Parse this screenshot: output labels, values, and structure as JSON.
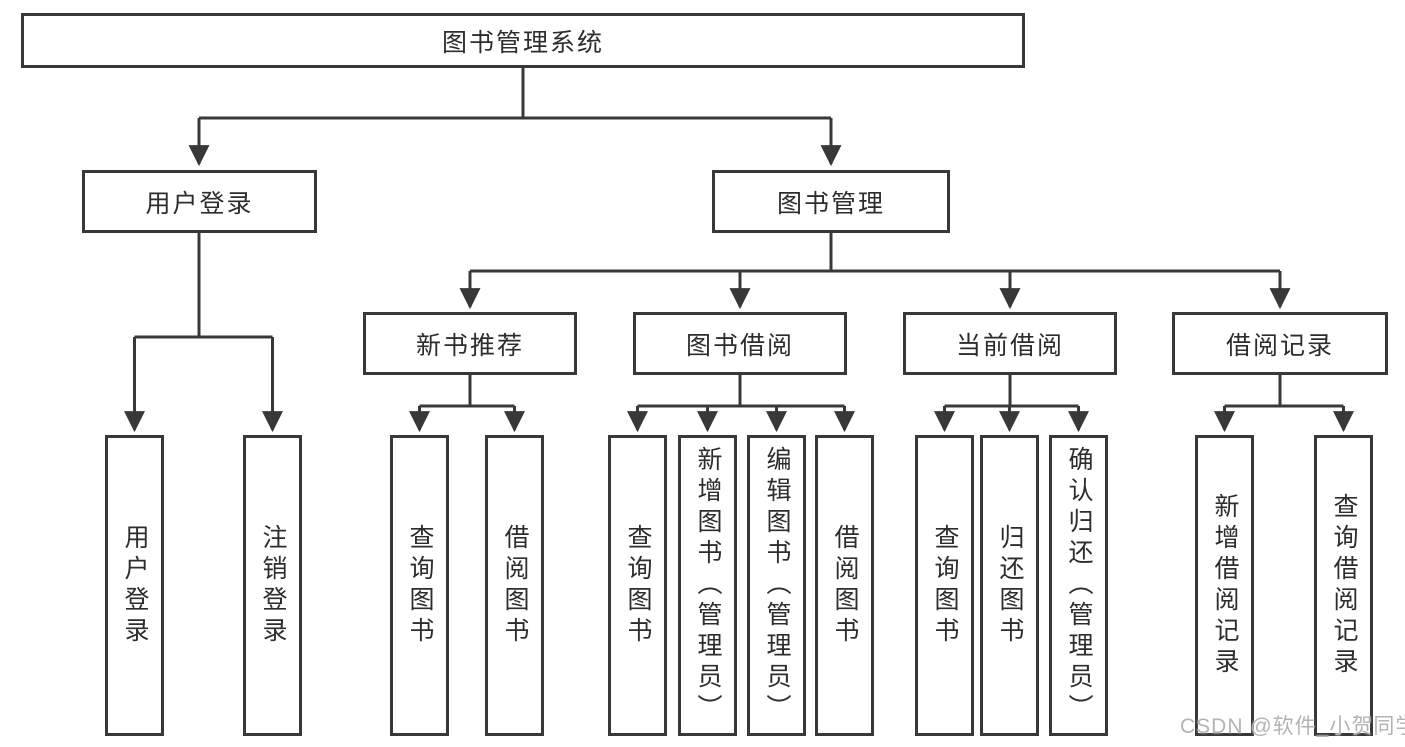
{
  "diagram": {
    "root": {
      "label": "图书管理系统"
    },
    "branches": [
      {
        "label": "用户登录",
        "children": [
          {
            "label": "用户登录"
          },
          {
            "label": "注销登录"
          }
        ]
      },
      {
        "label": "图书管理",
        "sections": [
          {
            "label": "新书推荐",
            "children": [
              {
                "label": "查询图书"
              },
              {
                "label": "借阅图书"
              }
            ]
          },
          {
            "label": "图书借阅",
            "children": [
              {
                "label": "查询图书"
              },
              {
                "label": "新增图书（管理员）"
              },
              {
                "label": "编辑图书（管理员）"
              },
              {
                "label": "借阅图书"
              }
            ]
          },
          {
            "label": "当前借阅",
            "children": [
              {
                "label": "查询图书"
              },
              {
                "label": "归还图书"
              },
              {
                "label": "确认归还（管理员）"
              }
            ]
          },
          {
            "label": "借阅记录",
            "children": [
              {
                "label": "新增借阅记录"
              },
              {
                "label": "查询借阅记录"
              }
            ]
          }
        ]
      }
    ]
  },
  "watermark": {
    "text": "CSDN @软件_小贺同学"
  },
  "colors": {
    "line": "#383838",
    "box_border": "#383838",
    "box_fill": "#ffffff",
    "text": "#2d2d2d",
    "watermark": "#b3b3b3",
    "background": "#ffffff"
  }
}
